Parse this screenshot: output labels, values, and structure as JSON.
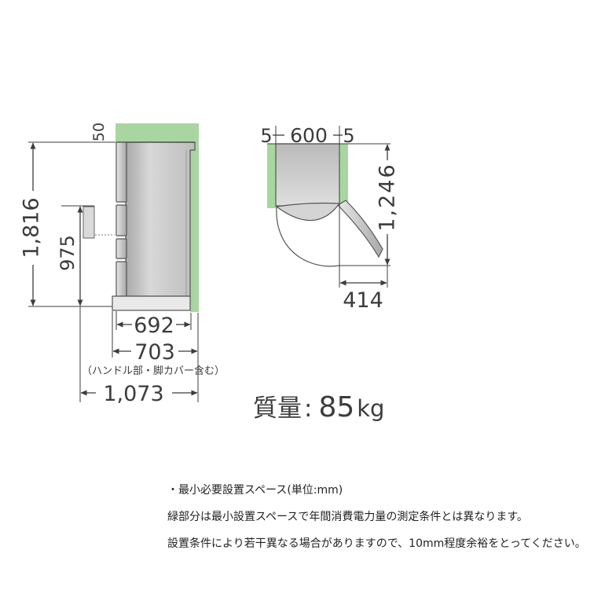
{
  "side_view": {
    "top_clearance": "50",
    "total_height": "1,816",
    "handle_height": "975",
    "body_depth": "692",
    "overall_depth": "703",
    "overall_depth_note": "（ハンドル部・脚カバー含む）",
    "door_open_depth": "1,073"
  },
  "top_view": {
    "left_clearance": "5",
    "body_width": "600",
    "right_clearance": "5",
    "door_open_depth": "1,246",
    "door_swing": "414"
  },
  "weight": {
    "label": "質量",
    "separator": ":",
    "value": "85",
    "unit": "kg"
  },
  "notes": [
    "・最小必要設置スペース(単位:mm)",
    "緑部分は最小設置スペースで年間消費電力量の測定条件とは異なります。",
    "設置条件により若干異なる場合がありますので、10mm程度余裕をとってください。"
  ],
  "colors": {
    "clearance_zone": "#a9d6a0",
    "highlight_dimension": "#b55a4b",
    "dimension": "#3c3c3c",
    "body": "#c6c6c6",
    "text": "#222222"
  }
}
